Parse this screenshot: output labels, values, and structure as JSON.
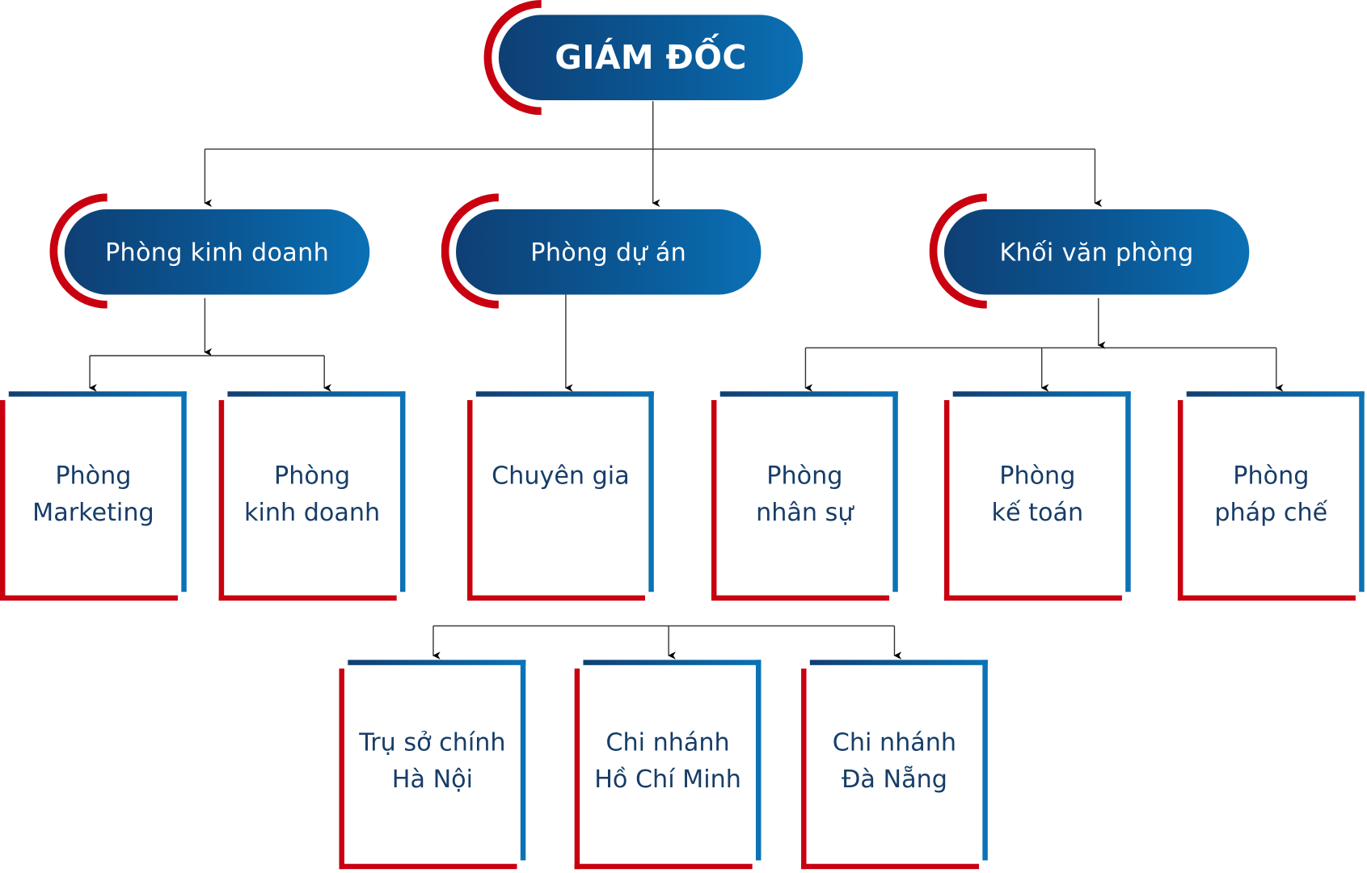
{
  "colors": {
    "pill_gradient_start": "#0e3f74",
    "pill_gradient_end": "#0b70b4",
    "accent_red": "#c8000f",
    "box_blue": "#0b72b5",
    "text_dark": "#173d68"
  },
  "root": {
    "label": "GIÁM ĐỐC"
  },
  "departments": [
    {
      "label": "Phòng kinh doanh"
    },
    {
      "label": "Phòng dự án"
    },
    {
      "label": "Khối văn phòng"
    }
  ],
  "units": [
    {
      "line1": "Phòng",
      "line2": "Marketing"
    },
    {
      "line1": "Phòng",
      "line2": "kinh doanh"
    },
    {
      "line1": "Chuyên gia",
      "line2": ""
    },
    {
      "line1": "Phòng",
      "line2": "nhân sự"
    },
    {
      "line1": "Phòng",
      "line2": "kế toán"
    },
    {
      "line1": "Phòng",
      "line2": "pháp chế"
    }
  ],
  "branches": [
    {
      "line1": "Trụ sở chính",
      "line2": "Hà Nội"
    },
    {
      "line1": "Chi nhánh",
      "line2": "Hồ Chí Minh"
    },
    {
      "line1": "Chi nhánh",
      "line2": "Đà Nẵng"
    }
  ]
}
